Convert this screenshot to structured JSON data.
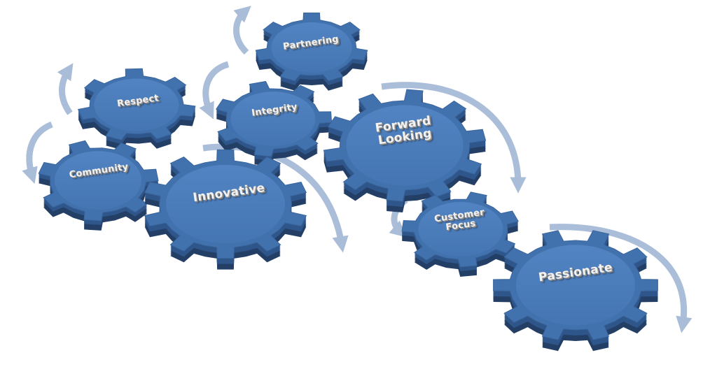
{
  "diagram": {
    "type": "interlocking-gears",
    "colors": {
      "gear_face": "#4a7ab8",
      "gear_side": "#2c4f7f",
      "gear_tooth_top": "#3f6ba6",
      "arrow": "#a9bcd8",
      "background": "#ffffff"
    },
    "gears": [
      {
        "id": "partnering",
        "label_lines": [
          "Partnering"
        ],
        "size": "small"
      },
      {
        "id": "respect",
        "label_lines": [
          "Respect"
        ],
        "size": "small"
      },
      {
        "id": "integrity",
        "label_lines": [
          "Integrity"
        ],
        "size": "small"
      },
      {
        "id": "community",
        "label_lines": [
          "Community"
        ],
        "size": "small"
      },
      {
        "id": "innovative",
        "label_lines": [
          "Innovative"
        ],
        "size": "large"
      },
      {
        "id": "forward-looking",
        "label_lines": [
          "Forward",
          "Looking"
        ],
        "size": "large"
      },
      {
        "id": "customer-focus",
        "label_lines": [
          "Customer",
          "Focus"
        ],
        "size": "small"
      },
      {
        "id": "passionate",
        "label_lines": [
          "Passionate"
        ],
        "size": "large"
      }
    ],
    "arrows": [
      {
        "near": "partnering",
        "direction": "up"
      },
      {
        "near": "respect",
        "direction": "up"
      },
      {
        "near": "integrity",
        "direction": "down"
      },
      {
        "near": "community",
        "direction": "down"
      },
      {
        "near": "innovative",
        "direction": "clockwise-down"
      },
      {
        "near": "forward-looking",
        "direction": "clockwise-down"
      },
      {
        "near": "customer-focus",
        "direction": "down"
      },
      {
        "near": "passionate",
        "direction": "clockwise-down"
      }
    ]
  }
}
